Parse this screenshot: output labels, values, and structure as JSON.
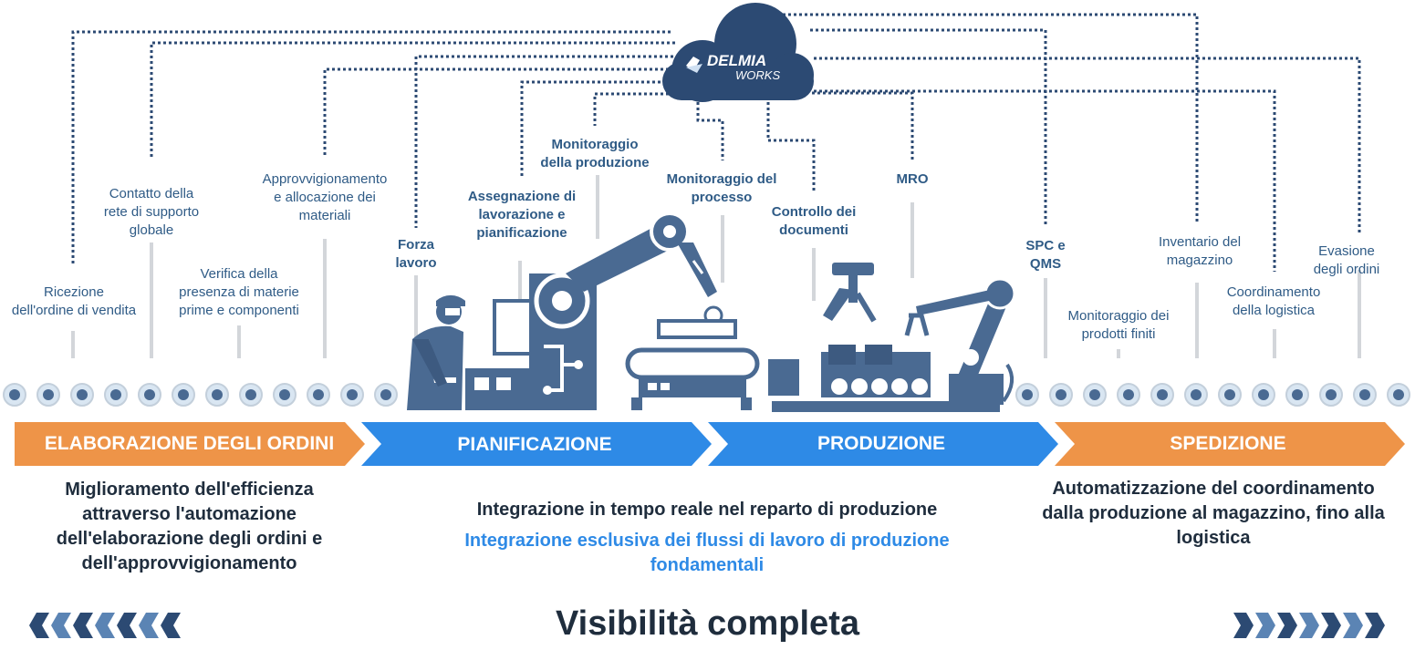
{
  "brand": {
    "name": "DELMIA",
    "sub": "WORKS",
    "logo_icon": "3ds-logo-icon"
  },
  "colors": {
    "navy": "#2c4a73",
    "label_blue": "#2f5b86",
    "orange": "#ee9448",
    "blue": "#2e8ae6",
    "machine": "#4a6a92",
    "stem_gray": "#d3d6da",
    "dark_text": "#1f2d3d"
  },
  "modules": [
    {
      "id": "m1",
      "text": "Ricezione\ndell'ordine di vendita",
      "bold": false
    },
    {
      "id": "m2",
      "text": "Contatto della\nrete di supporto\nglobale",
      "bold": false
    },
    {
      "id": "m3",
      "text": "Verifica della\npresenza di materie\nprime e componenti",
      "bold": false
    },
    {
      "id": "m4",
      "text": "Approvvigionamento\ne allocazione dei\nmateriali",
      "bold": false
    },
    {
      "id": "m5",
      "text": "Forza\nlavoro",
      "bold": true
    },
    {
      "id": "m6",
      "text": "Assegnazione di\nlavorazione e\npianificazione",
      "bold": true
    },
    {
      "id": "m7",
      "text": "Monitoraggio\ndella produzione",
      "bold": true
    },
    {
      "id": "m8",
      "text": "Monitoraggio del\nprocesso",
      "bold": true
    },
    {
      "id": "m9",
      "text": "Controllo dei\ndocumenti",
      "bold": true
    },
    {
      "id": "m10",
      "text": "MRO",
      "bold": true
    },
    {
      "id": "m11",
      "text": "SPC e\nQMS",
      "bold": true
    },
    {
      "id": "m12",
      "text": "Monitoraggio dei\nprodotti finiti",
      "bold": false
    },
    {
      "id": "m13",
      "text": "Inventario del\nmagazzino",
      "bold": false
    },
    {
      "id": "m14",
      "text": "Coordinamento\ndella logistica",
      "bold": false
    },
    {
      "id": "m15",
      "text": "Evasione degli ordini",
      "bold": false
    }
  ],
  "phases": [
    {
      "label": "ELABORAZIONE DEGLI ORDINI",
      "color": "#ee9448"
    },
    {
      "label": "PIANIFICAZIONE",
      "color": "#2e8ae6"
    },
    {
      "label": "PRODUZIONE",
      "color": "#2e8ae6"
    },
    {
      "label": "SPEDIZIONE",
      "color": "#ee9448"
    }
  ],
  "descriptions": {
    "orders": "Miglioramento dell'efficienza\nattraverso l'automazione\ndell'elaborazione degli ordini e\ndell'approvvigionamento",
    "integration_main": "Integrazione in tempo reale nel reparto di produzione",
    "integration_sub": "Integrazione esclusiva dei flussi di lavoro di produzione\nfondamentali",
    "shipping": "Automatizzazione del coordinamento\ndalla produzione al magazzino, fino alla\nlogistica"
  },
  "footer": {
    "title": "Visibilità completa",
    "left_icon": "chevrons-left-icon",
    "right_icon": "chevrons-right-icon"
  },
  "icons": {
    "cloud": "cloud-icon",
    "worker": "worker-icon",
    "robot": "robot-arm-icon",
    "conveyor": "conveyor-icon"
  }
}
